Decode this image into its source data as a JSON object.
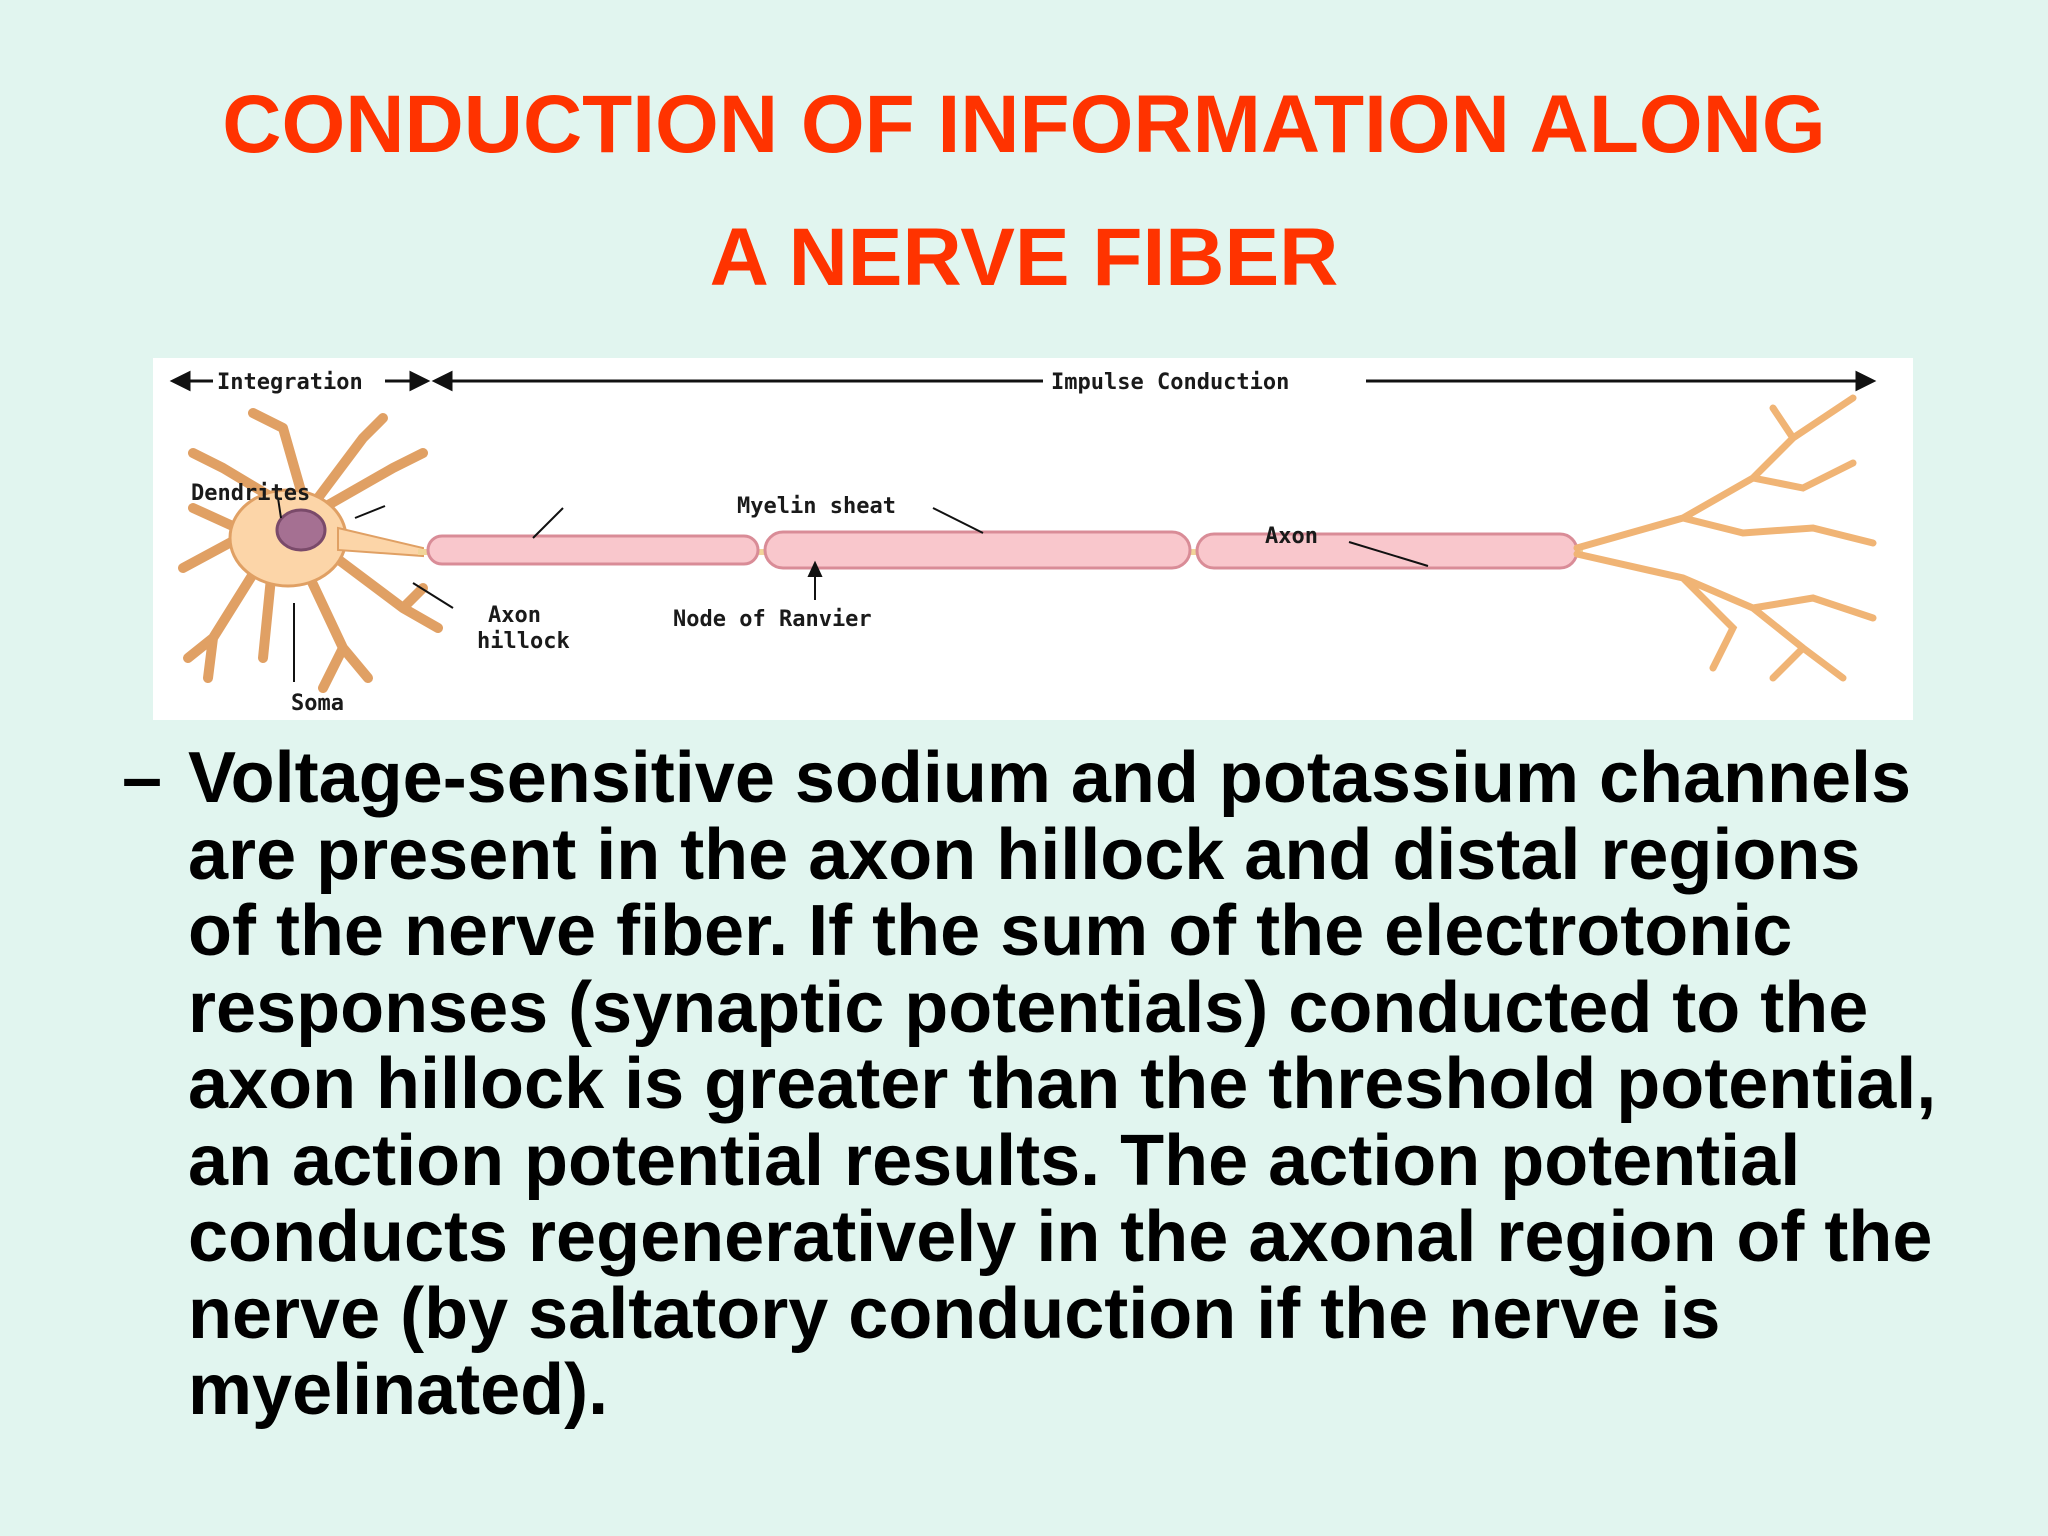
{
  "slide": {
    "title_line1": "CONDUCTION OF INFORMATION ALONG",
    "title_line2": "A NERVE FIBER",
    "bullet_marker": "–",
    "body": "Voltage-sensitive sodium and potassium channels are present in the axon hillock and distal regions of the nerve fiber. If the sum of the electrotonic responses (synaptic potentials) conducted to the axon hillock is greater than the threshold potential, an action potential results. The action potential conducts regeneratively in the axonal region of the nerve (by saltatory conduction if the nerve is myelinated)."
  },
  "figure": {
    "labels": {
      "integration": "Integration",
      "impulse_conduction": "Impulse Conduction",
      "dendrites": "Dendrites",
      "myelin_sheat": "Myelin sheat",
      "axon": "Axon",
      "axon_hillock_line1": "Axon",
      "axon_hillock_line2": "hillock",
      "node_of_ranvier": "Node of Ranvier",
      "soma": "Soma"
    }
  },
  "colors": {
    "background": "#e1f5ef",
    "title": "#ff3300",
    "text": "#000000"
  }
}
